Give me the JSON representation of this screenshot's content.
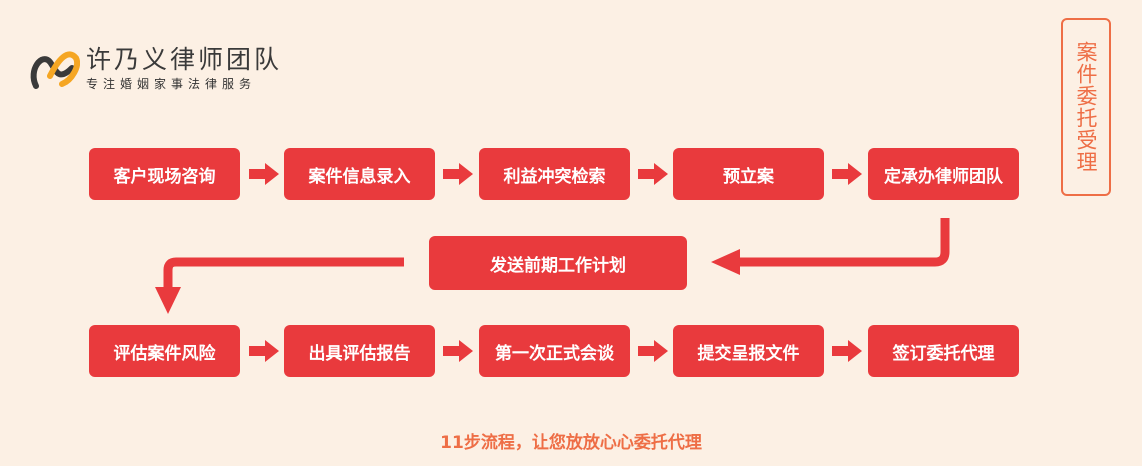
{
  "brand": {
    "name": "许乃义律师团队",
    "slogan": "专注婚姻家事法律服务"
  },
  "side_title": "案件委托受理",
  "steps_row1": [
    "客户现场咨询",
    "案件信息录入",
    "利益冲突检索",
    "预立案",
    "定承办律师团队"
  ],
  "step_middle": "发送前期工作计划",
  "steps_row2": [
    "评估案件风险",
    "出具评估报告",
    "第一次正式会谈",
    "提交呈报文件",
    "签订委托代理"
  ],
  "footer": "11步流程，让您放放心心委托代理",
  "colors": {
    "accent": "#e93a3d",
    "secondary": "#ee6e46",
    "background": "#fcf0e4"
  }
}
